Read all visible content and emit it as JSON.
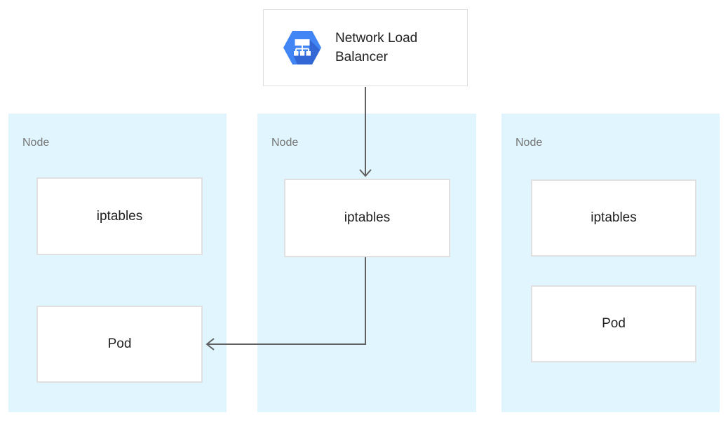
{
  "diagram": {
    "load_balancer": {
      "label": "Network Load Balancer",
      "icon": "network-load-balancer-hexagon-icon"
    },
    "nodes": [
      {
        "label": "Node",
        "boxes": [
          "iptables",
          "Pod"
        ]
      },
      {
        "label": "Node",
        "boxes": [
          "iptables"
        ]
      },
      {
        "label": "Node",
        "boxes": [
          "iptables",
          "Pod"
        ]
      }
    ],
    "connections": [
      {
        "from": "load_balancer",
        "to": "node-2-iptables",
        "shape": "straight-down-arrow"
      },
      {
        "from": "node-2-iptables",
        "to": "node-1-pod",
        "shape": "elbow-down-then-left-arrow"
      }
    ]
  },
  "colors": {
    "node_bg": "#e1f5fe",
    "box_border": "#e0e0e0",
    "text_dark": "#212121",
    "node_label": "#757575",
    "arrow": "#616161",
    "icon_blue": "#4285f4",
    "icon_blue_dark": "#3367d6"
  }
}
